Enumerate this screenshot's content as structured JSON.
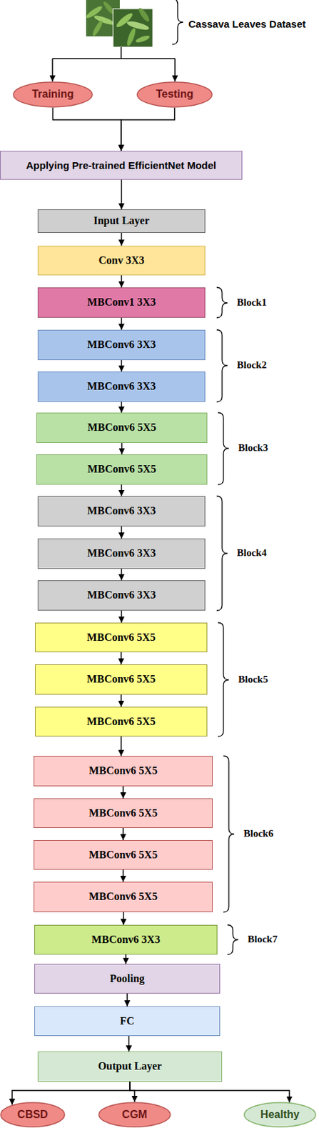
{
  "diagram": {
    "nodes": [
      {
        "text": [
          "Training"
        ]
      },
      {
        "text": [
          "Testing"
        ]
      },
      {
        "text": [
          "Applying Pre-trained EfficientNet Model"
        ]
      },
      {
        "text": [
          "Input Layer"
        ]
      },
      {
        "text": [
          "Conv 3X3"
        ]
      },
      {
        "text": [
          "MBConv1 3X3"
        ]
      },
      {
        "text": [
          "MBConv6 3X3"
        ]
      },
      {
        "text": [
          "MBConv6 3X3"
        ]
      },
      {
        "text": [
          "MBConv6 5X5"
        ]
      },
      {
        "text": [
          "MBConv6 5X5"
        ]
      },
      {
        "text": [
          "MBConv6 3X3"
        ]
      },
      {
        "text": [
          "MBConv6 3X3"
        ]
      },
      {
        "text": [
          "MBConv6 3X3"
        ]
      },
      {
        "text": [
          "MBConv6 5X5"
        ]
      },
      {
        "text": [
          "MBConv6 5X5"
        ]
      },
      {
        "text": [
          "MBConv6 5X5"
        ]
      },
      {
        "text": [
          "MBConv6 5X5"
        ]
      },
      {
        "text": [
          "MBConv6 5X5"
        ]
      },
      {
        "text": [
          "MBConv6 5X5"
        ]
      },
      {
        "text": [
          "MBConv6 5X5"
        ]
      },
      {
        "text": [
          "MBConv6 3X3"
        ]
      },
      {
        "text": [
          "Pooling"
        ]
      },
      {
        "text": [
          "FC"
        ]
      },
      {
        "text": [
          "Output Layer"
        ]
      },
      {
        "text": [
          "CBSD"
        ]
      },
      {
        "text": [
          "CGM"
        ]
      },
      {
        "text": [
          "Healthy"
        ]
      }
    ],
    "edges": [
      {
        "from": 0,
        "to": 2,
        "arrow": "to"
      },
      {
        "from": 1,
        "to": 2,
        "arrow": "to"
      },
      {
        "from": 2,
        "to": 3,
        "arrow": "to"
      },
      {
        "from": 3,
        "to": 4,
        "arrow": "to"
      },
      {
        "from": 4,
        "to": 5,
        "arrow": "to"
      },
      {
        "from": 5,
        "to": 6,
        "arrow": "to"
      },
      {
        "from": 6,
        "to": 7,
        "arrow": "to"
      },
      {
        "from": 7,
        "to": 8,
        "arrow": "to"
      },
      {
        "from": 8,
        "to": 9,
        "arrow": "to"
      },
      {
        "from": 9,
        "to": 10,
        "arrow": "to"
      },
      {
        "from": 10,
        "to": 11,
        "arrow": "to"
      },
      {
        "from": 11,
        "to": 12,
        "arrow": "to"
      },
      {
        "from": 12,
        "to": 13,
        "arrow": "to"
      },
      {
        "from": 13,
        "to": 14,
        "arrow": "to"
      },
      {
        "from": 14,
        "to": 15,
        "arrow": "to"
      },
      {
        "from": 15,
        "to": 16,
        "arrow": "to"
      },
      {
        "from": 16,
        "to": 17,
        "arrow": "to"
      },
      {
        "from": 17,
        "to": 18,
        "arrow": "to"
      },
      {
        "from": 18,
        "to": 19,
        "arrow": "to"
      },
      {
        "from": 19,
        "to": 20,
        "arrow": "to"
      },
      {
        "from": 20,
        "to": 21,
        "arrow": "to"
      },
      {
        "from": 21,
        "to": 22,
        "arrow": "to"
      },
      {
        "from": 22,
        "to": 23,
        "arrow": "to"
      },
      {
        "from": 23,
        "to": 24,
        "arrow": "to"
      },
      {
        "from": 23,
        "to": 25,
        "arrow": "to"
      },
      {
        "from": 23,
        "to": 26,
        "arrow": "to"
      }
    ],
    "labels": [
      "Cassava Leaves Dataset",
      "Block1",
      "Block2",
      "Block3",
      "Block4",
      "Block5",
      "Block6",
      "Block7"
    ]
  }
}
